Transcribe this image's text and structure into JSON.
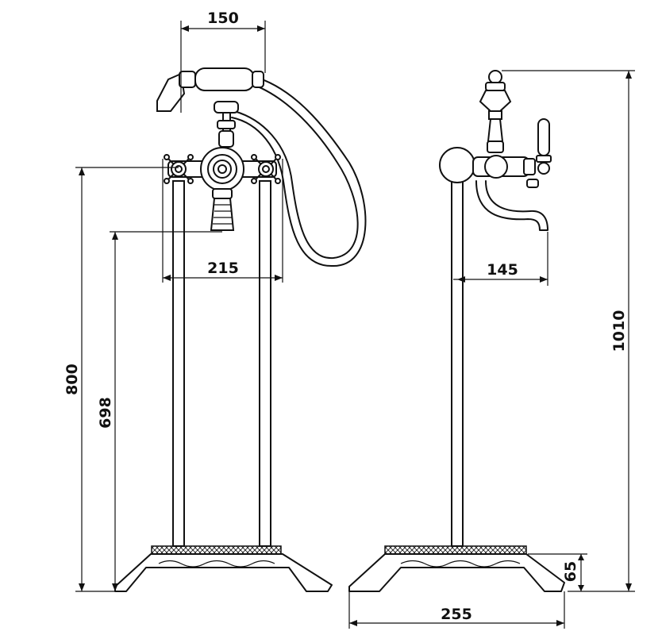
{
  "dimensions": {
    "handshower_width": "150",
    "valve_span": "215",
    "spout_reach": "145",
    "base_width": "255",
    "base_height": "65",
    "total_height": "1010",
    "valve_height": "800",
    "spout_height": "698"
  }
}
